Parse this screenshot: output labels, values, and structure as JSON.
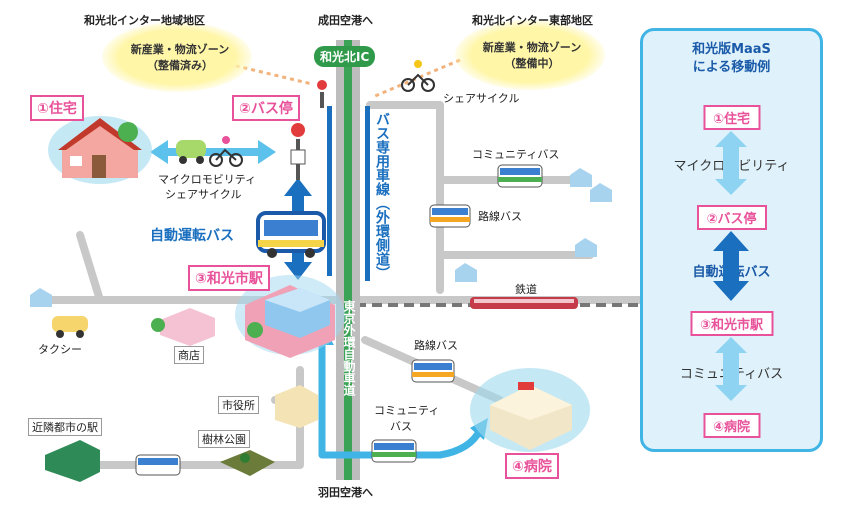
{
  "map": {
    "top_left_area": "和光北インター地域地区",
    "top_left_zone": "新産業・物流ゾーン",
    "top_left_status": "（整備済み）",
    "top_right_area": "和光北インター東部地区",
    "top_right_zone": "新産業・物流ゾーン",
    "top_right_status": "（整備中）",
    "to_narita": "成田空港へ",
    "to_haneda": "羽田空港へ",
    "ic_badge": "和光北IC",
    "bus_lane": "バス専用車線（外環側道）",
    "expressway": "東京外環自動車道",
    "dest_home": "①住宅",
    "dest_bus_stop": "②バス停",
    "dest_station": "③和光市駅",
    "dest_hospital": "④病院",
    "micro_mobility": "マイクロモビリティ",
    "share_cycle_left": "シェアサイクル",
    "share_cycle_right": "シェアサイクル",
    "autonomous_bus": "自動運転バス",
    "community_bus_top": "コミュニティバス",
    "route_bus_top": "路線バス",
    "railway": "鉄道",
    "taxi": "タクシー",
    "shop": "商店",
    "city_hall": "市役所",
    "route_bus_bottom": "路線バス",
    "community_bus_bottom_1": "コミュニティ",
    "community_bus_bottom_2": "バス",
    "neighbor_station": "近隣都市の駅",
    "forest_park": "樹林公園"
  },
  "panel": {
    "title_1": "和光版MaaS",
    "title_2": "による移動例",
    "step1": "①住宅",
    "mode1": "マイクロモビリティ",
    "step2": "②バス停",
    "mode2": "自動運転バス",
    "step3": "③和光市駅",
    "mode3": "コミュニティバス",
    "step4": "④病院"
  },
  "colors": {
    "pink": "#e8529a",
    "blue": "#1a6fbf",
    "sky": "#3fb4e5",
    "road": "#c8c8c8",
    "expressway_green": "#3aa356"
  }
}
